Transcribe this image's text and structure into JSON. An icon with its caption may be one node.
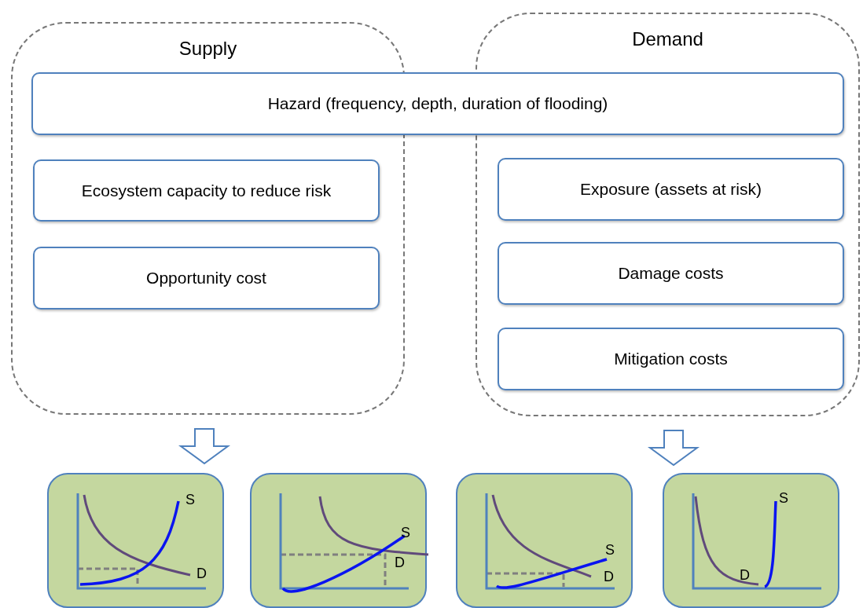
{
  "diagram": {
    "nodes": [
      {
        "text": [
          "Supply"
        ]
      },
      {
        "text": [
          "Demand"
        ]
      },
      {
        "text": [
          "Hazard (frequency, depth, duration of flooding)"
        ]
      },
      {
        "text": [
          "Ecosystem capacity to reduce risk"
        ],
        "in": 0
      },
      {
        "text": [
          "Opportunity cost"
        ],
        "in": 0
      },
      {
        "text": [
          "Exposure (assets at risk)"
        ],
        "in": 1
      },
      {
        "text": [
          "Damage costs"
        ],
        "in": 1
      },
      {
        "text": [
          "Mitigation costs"
        ],
        "in": 1
      },
      {
        "text": [
          "S",
          "D"
        ]
      },
      {
        "text": [
          "S",
          "D"
        ]
      },
      {
        "text": [
          "S",
          "D"
        ]
      },
      {
        "text": [
          "S",
          "D"
        ]
      }
    ],
    "edges": [
      {
        "from": 0,
        "to": null,
        "arrow": "to"
      },
      {
        "from": 1,
        "to": null,
        "arrow": "to"
      }
    ]
  }
}
